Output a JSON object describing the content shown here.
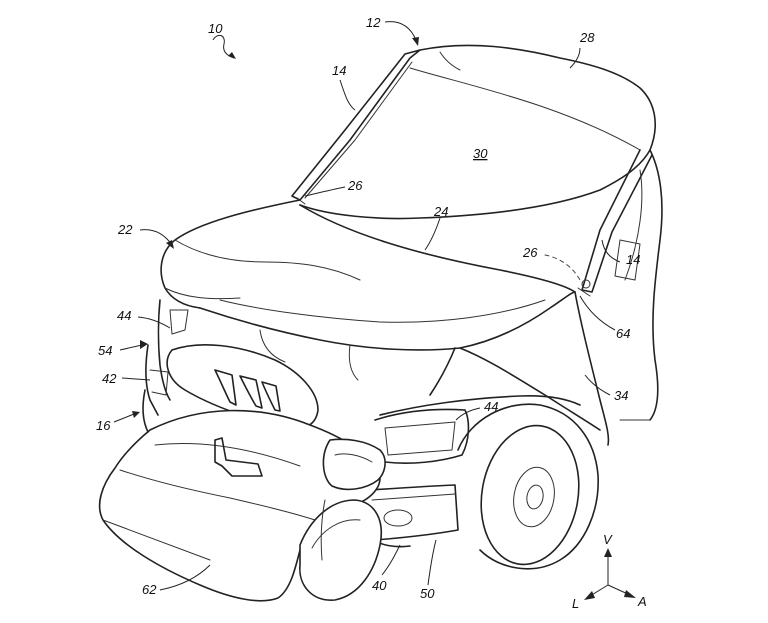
{
  "figure": {
    "reference_numerals": {
      "vehicle": "10",
      "pillar_region": "12",
      "a_pillar_left": "14",
      "a_pillar_right": "14",
      "front_end": "16",
      "hood_airbag": "22",
      "windshield_edge": "24",
      "mount_left": "26",
      "mount_right": "26",
      "windshield_airbag": "28",
      "windshield": "30",
      "fender": "34",
      "bumper_assembly": "40",
      "headlamp_left": "42",
      "fascia_left": "44",
      "fascia_right": "44",
      "bumper_bracket": "50",
      "grille_region": "54",
      "side_mount": "64",
      "bumper_airbag": "62"
    },
    "axes": {
      "vertical": "V",
      "lateral": "L",
      "axial": "A"
    }
  }
}
